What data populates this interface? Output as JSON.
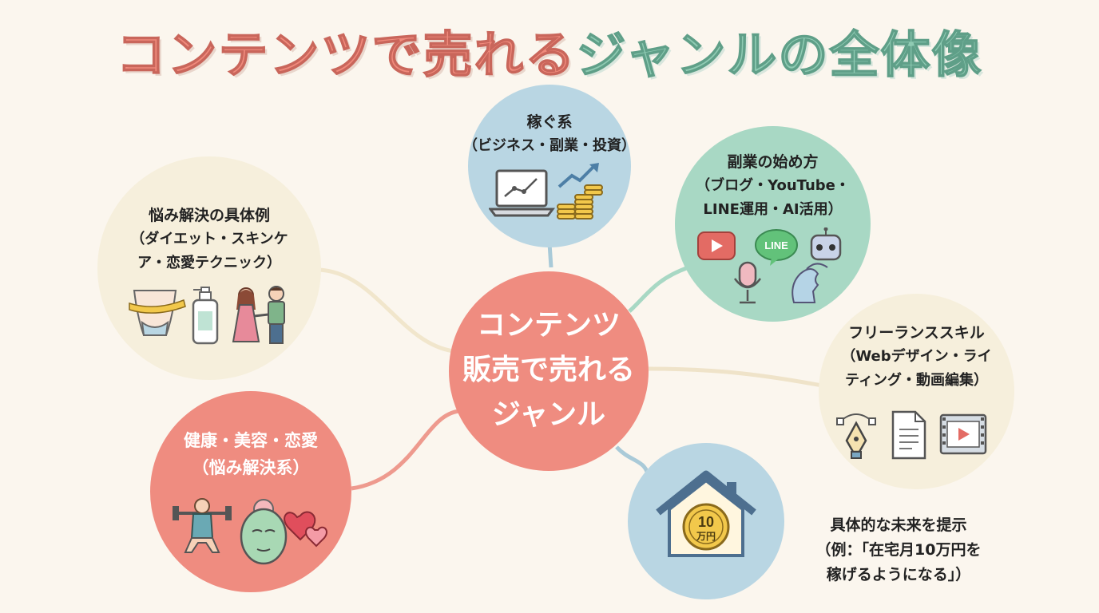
{
  "title": {
    "part1": "コンテンツで売れる",
    "part2": "ジャンルの全体像"
  },
  "center": {
    "line1": "コンテンツ",
    "line2": "販売で売れる",
    "line3": "ジャンル"
  },
  "nodes": {
    "earning": {
      "line1": "稼ぐ系",
      "line2": "（ビジネス・副業・投資）"
    },
    "side_job": {
      "line1": "副業の始め方",
      "line2": "（ブログ・YouTube・",
      "line3": "LINE運用・AI活用）",
      "line_icon_text": "LINE"
    },
    "freelance": {
      "line1": "フリーランススキル",
      "line2": "（Webデザイン・ライ",
      "line3": "ティング・動画編集）"
    },
    "future": {
      "line1": "具体的な未来を提示",
      "line2": "（例：「在宅月10万円を",
      "line3": "稼げるようになる」）",
      "coin_line1": "10",
      "coin_line2": "万円"
    },
    "health": {
      "line1": "健康・美容・恋愛",
      "line2": "（悩み解決系）"
    },
    "worries": {
      "line1": "悩み解決の具体例",
      "line2": "（ダイエット・スキンケ",
      "line3": "ア・恋愛テクニック）"
    }
  },
  "colors": {
    "blue": "#b9d6e3",
    "green": "#a8d8c4",
    "cream": "#f6efdc",
    "coral": "#ef8c80"
  }
}
